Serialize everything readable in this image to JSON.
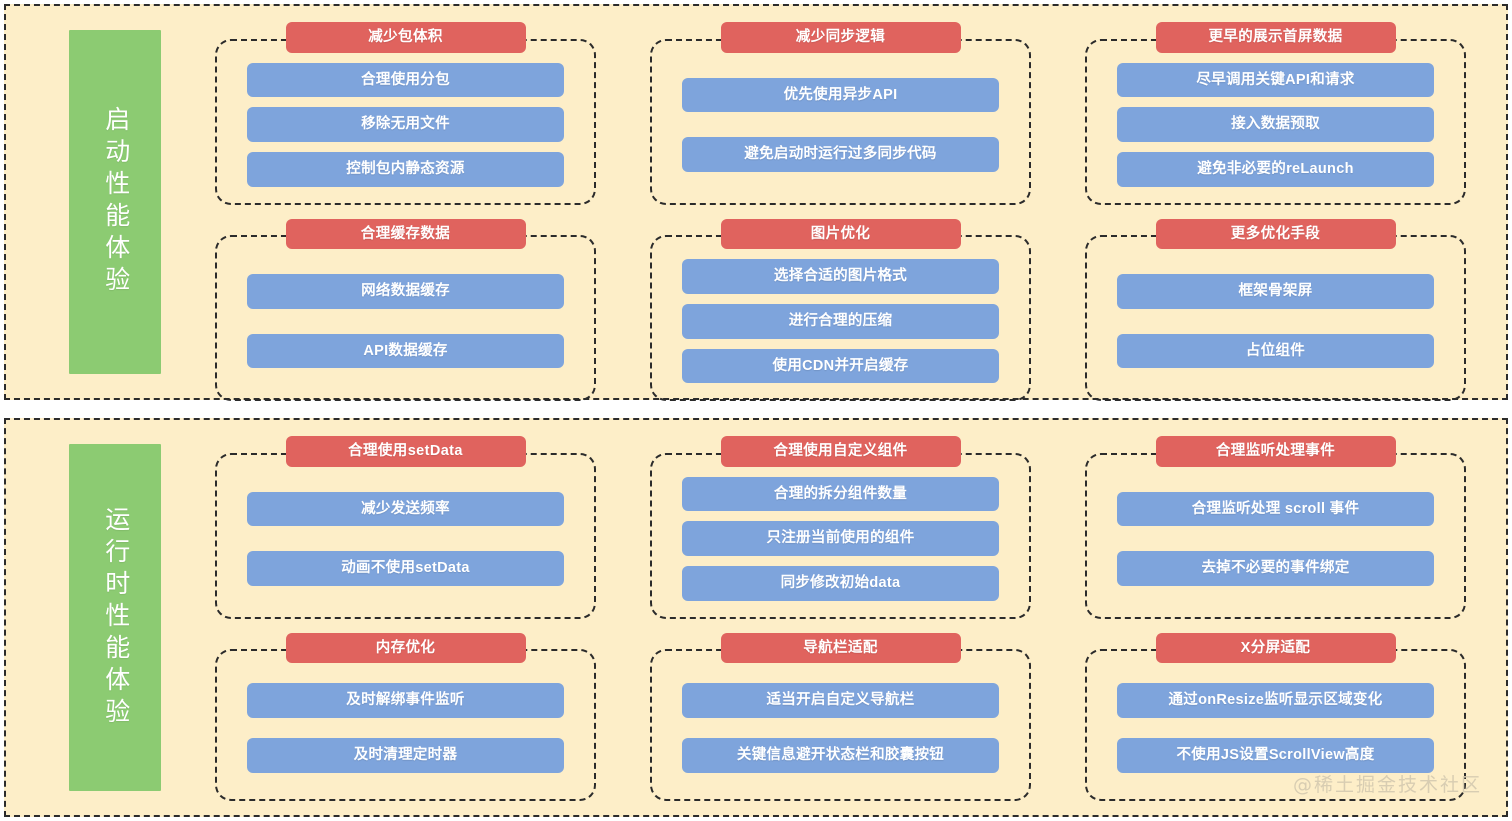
{
  "theme": {
    "page_background": "#ffffff",
    "section_background": "#fdeec8",
    "dashed_border": "#2b2b2b",
    "category_green": "#8ccb72",
    "header_red": "#e0635e",
    "item_blue": "#7ea4dc",
    "text_white": "#ffffff",
    "watermark_color": "#d8cdb2"
  },
  "watermark": "@稀土掘金技术社区",
  "sections": [
    {
      "category_label": "启动性能体验",
      "groups": [
        {
          "header": "减少包体积",
          "items": [
            "合理使用分包",
            "移除无用文件",
            "控制包内静态资源"
          ]
        },
        {
          "header": "减少同步逻辑",
          "items": [
            "优先使用异步API",
            "避免启动时运行过多同步代码"
          ]
        },
        {
          "header": "更早的展示首屏数据",
          "items": [
            "尽早调用关键API和请求",
            "接入数据预取",
            "避免非必要的reLaunch"
          ]
        },
        {
          "header": "合理缓存数据",
          "items": [
            "网络数据缓存",
            "API数据缓存"
          ]
        },
        {
          "header": "图片优化",
          "items": [
            "选择合适的图片格式",
            "进行合理的压缩",
            "使用CDN并开启缓存"
          ]
        },
        {
          "header": "更多优化手段",
          "items": [
            "框架骨架屏",
            "占位组件"
          ]
        }
      ]
    },
    {
      "category_label": "运行时性能体验",
      "groups": [
        {
          "header": "合理使用setData",
          "items": [
            "减少发送频率",
            "动画不使用setData"
          ]
        },
        {
          "header": "合理使用自定义组件",
          "items": [
            "合理的拆分组件数量",
            "只注册当前使用的组件",
            "同步修改初始data"
          ]
        },
        {
          "header": "合理监听处理事件",
          "items": [
            "合理监听处理 scroll 事件",
            "去掉不必要的事件绑定"
          ]
        },
        {
          "header": "内存优化",
          "items": [
            "及时解绑事件监听",
            "及时清理定时器"
          ]
        },
        {
          "header": "导航栏适配",
          "items": [
            "适当开启自定义导航栏",
            "关键信息避开状态栏和胶囊按钮"
          ]
        },
        {
          "header": "X分屏适配",
          "items": [
            "通过onResize监听显示区域变化",
            "不使用JS设置ScrollView高度"
          ]
        }
      ]
    }
  ]
}
